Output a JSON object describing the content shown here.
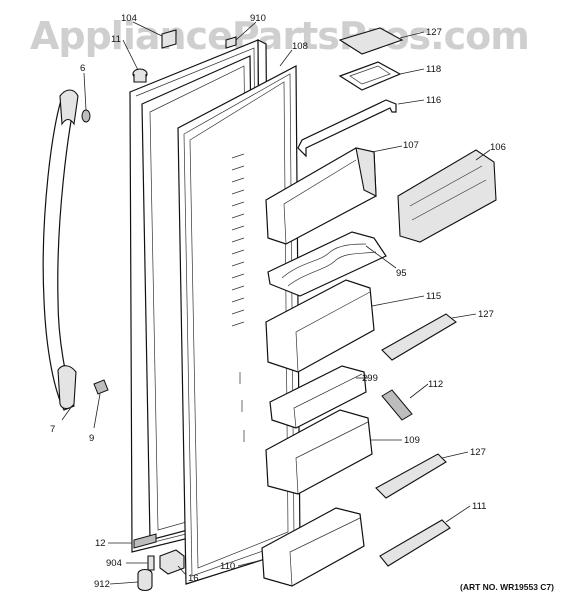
{
  "watermark": "AppliancePartsPros.com",
  "art_number": "(ART NO. WR19553 C7)",
  "callouts": [
    {
      "id": "c104",
      "label": "104"
    },
    {
      "id": "c910",
      "label": "910"
    },
    {
      "id": "c11",
      "label": "11"
    },
    {
      "id": "c108",
      "label": "108"
    },
    {
      "id": "c6",
      "label": "6"
    },
    {
      "id": "c127a",
      "label": "127"
    },
    {
      "id": "c118",
      "label": "118"
    },
    {
      "id": "c116",
      "label": "116"
    },
    {
      "id": "c107",
      "label": "107"
    },
    {
      "id": "c106",
      "label": "106"
    },
    {
      "id": "c95",
      "label": "95"
    },
    {
      "id": "c115",
      "label": "115"
    },
    {
      "id": "c127b",
      "label": "127"
    },
    {
      "id": "c299",
      "label": "299"
    },
    {
      "id": "c112",
      "label": "112"
    },
    {
      "id": "c7",
      "label": "7"
    },
    {
      "id": "c9",
      "label": "9"
    },
    {
      "id": "c109",
      "label": "109"
    },
    {
      "id": "c127c",
      "label": "127"
    },
    {
      "id": "c111",
      "label": "111"
    },
    {
      "id": "c12",
      "label": "12"
    },
    {
      "id": "c904",
      "label": "904"
    },
    {
      "id": "c110",
      "label": "110"
    },
    {
      "id": "c16",
      "label": "16"
    },
    {
      "id": "c912",
      "label": "912"
    }
  ]
}
